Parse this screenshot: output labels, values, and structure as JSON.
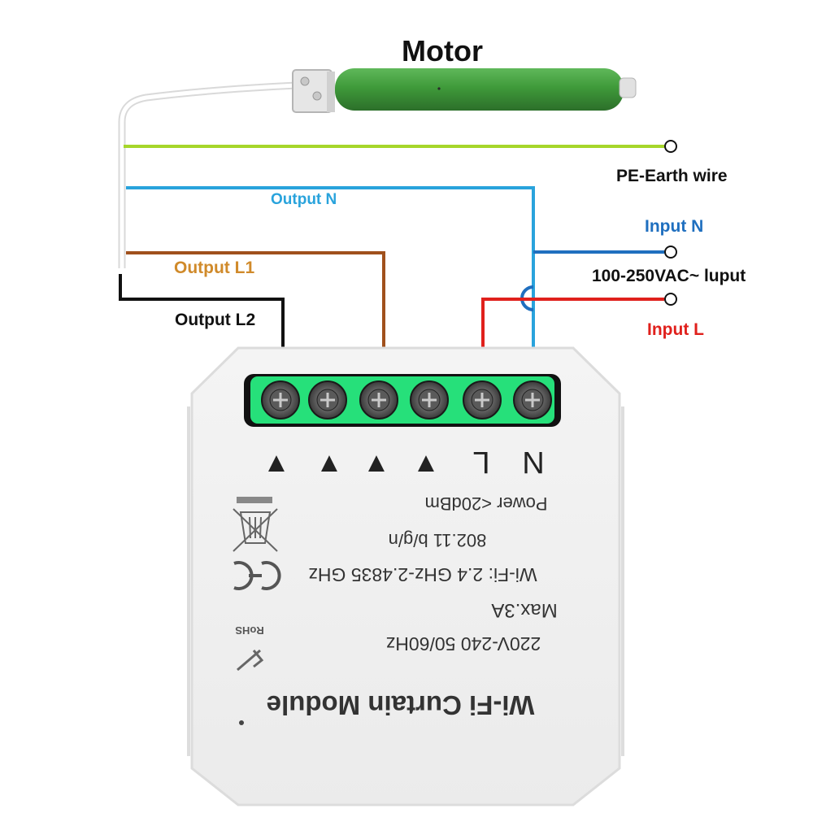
{
  "title": "Motor",
  "labels": {
    "pe_earth": "PE-Earth wire",
    "output_n": "Output N",
    "output_l1": "Output L1",
    "output_l2": "Output L2",
    "input_n": "Input N",
    "supply": "100-250VAC~ luput",
    "input_l": "Input L"
  },
  "terminal_marks": [
    "▲",
    "▲",
    "▲",
    "▲",
    "L",
    "N"
  ],
  "module": {
    "name": "Wi-Fi Curtain Module",
    "spec_lines": [
      "Power <20dBm",
      "802.11 b/g/n",
      "Wi-Fi: 2.4 GHz-2.4835 GHz",
      "Max.3A",
      "220V-240 50/60Hz"
    ],
    "mark_ce": "CE",
    "mark_rohs": "RoHS"
  },
  "colors": {
    "earth": "#a6d62a",
    "output_n": "#29a3dc",
    "output_l1": "#a0501c",
    "output_l2": "#111111",
    "input_n": "#1f6fbf",
    "input_l": "#e0201c",
    "terminal_block": "#26e07a",
    "motor_body": "#3f9a3a"
  }
}
